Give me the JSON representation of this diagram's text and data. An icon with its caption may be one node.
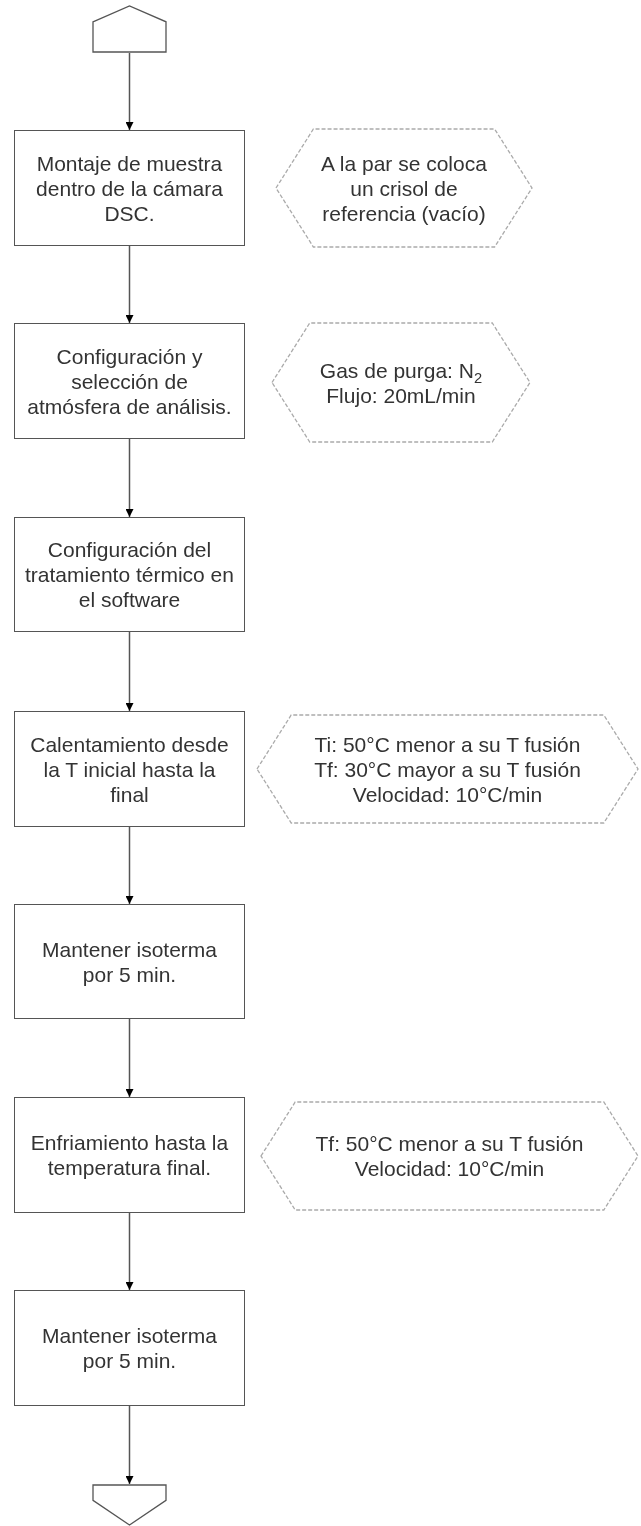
{
  "diagram": {
    "nodes": [
      {
        "text": [],
        "shape": "pentagon"
      },
      {
        "text": [
          "Montaje de muestra dentro de la cámara DSC."
        ]
      },
      {
        "text": [
          "A la par se coloca un crisol de referencia (vacío)"
        ]
      },
      {
        "text": [
          "Configuración y selección de atmósfera de análisis."
        ]
      },
      {
        "text": [
          "Gas de purga: N$_{2}$",
          "Flujo: 20mL/min"
        ]
      },
      {
        "text": [
          "Configuración del tratamiento térmico en el software"
        ]
      },
      {
        "text": [
          "Calentamiento desde la T inicial hasta la final"
        ]
      },
      {
        "text": [
          "Ti: 50°C menor a su T fusión",
          "Tf: 30°C mayor a su T fusión",
          "Velocidad: 10°C/min"
        ]
      },
      {
        "text": [
          "Mantener isoterma por 5 min."
        ]
      },
      {
        "text": [
          "Enfriamiento hasta la temperatura final."
        ]
      },
      {
        "text": [
          "Tf: 50°C menor a su T fusión",
          "Velocidad: 10°C/min"
        ]
      },
      {
        "text": [
          "Mantener isoterma por 5 min."
        ]
      },
      {
        "text": [],
        "shape": "pentagon"
      }
    ],
    "edges": [
      {
        "from": 0,
        "to": 1,
        "arrow": "to"
      },
      {
        "from": 1,
        "to": 3,
        "arrow": "to"
      },
      {
        "from": 3,
        "to": 5,
        "arrow": "to"
      },
      {
        "from": 5,
        "to": 6,
        "arrow": "to"
      },
      {
        "from": 6,
        "to": 8,
        "arrow": "to"
      },
      {
        "from": 8,
        "to": 9,
        "arrow": "to"
      },
      {
        "from": 9,
        "to": 11,
        "arrow": "to"
      },
      {
        "from": 11,
        "to": 12,
        "arrow": "to"
      }
    ]
  }
}
